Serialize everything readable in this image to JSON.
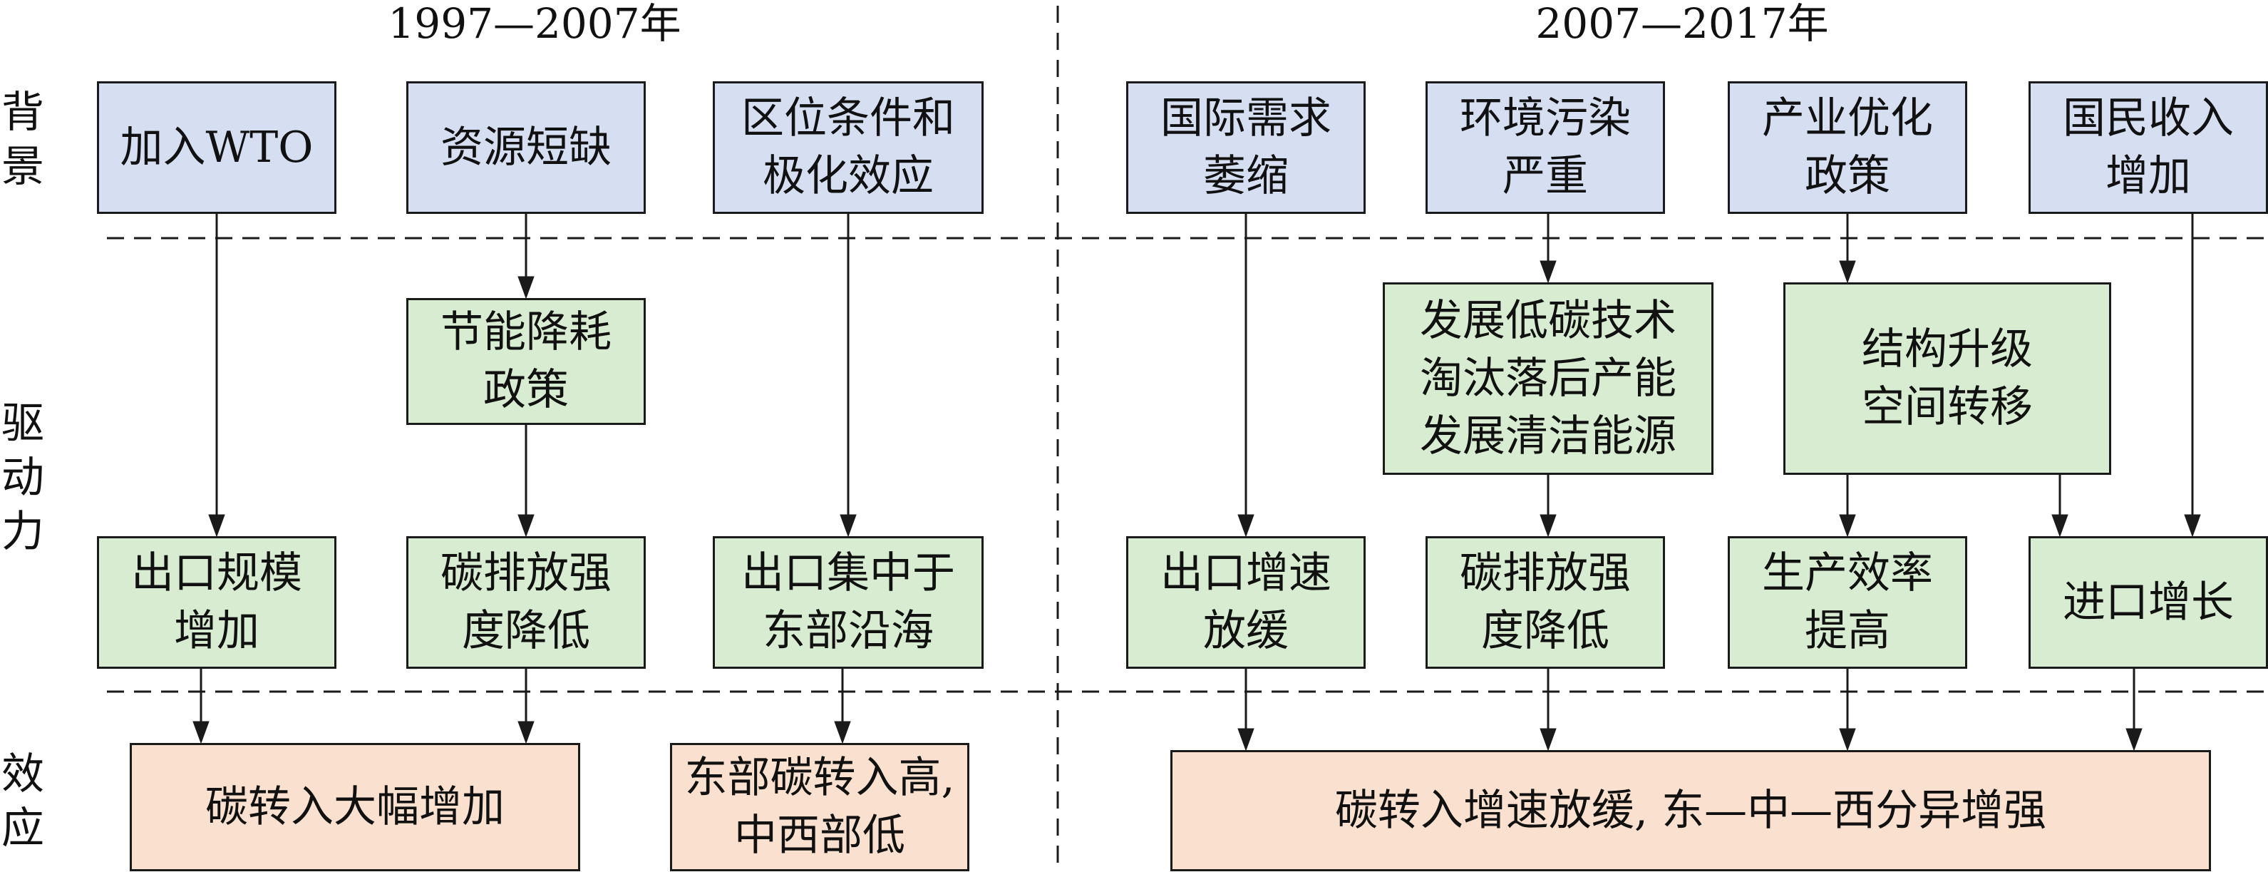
{
  "periods": {
    "left": "1997—2007年",
    "right": "2007—2017年"
  },
  "row_labels": {
    "background": [
      "背",
      "景"
    ],
    "drivers": [
      "驱",
      "动",
      "力"
    ],
    "effects": [
      "效",
      "应"
    ]
  },
  "left": {
    "background": [
      [
        "加入WTO"
      ],
      [
        "资源短缺"
      ],
      [
        "区位条件和",
        "极化效应"
      ]
    ],
    "policy": [
      "节能降耗",
      "政策"
    ],
    "drivers": [
      [
        "出口规模",
        "增加"
      ],
      [
        "碳排放强",
        "度降低"
      ],
      [
        "出口集中于",
        "东部沿海"
      ]
    ],
    "effects": [
      [
        "碳转入大幅增加"
      ],
      [
        "东部碳转入高,",
        "中西部低"
      ]
    ]
  },
  "right": {
    "background": [
      [
        "国际需求",
        "萎缩"
      ],
      [
        "环境污染",
        "严重"
      ],
      [
        "产业优化",
        "政策"
      ],
      [
        "国民收入",
        "增加"
      ]
    ],
    "measures": [
      [
        "发展低碳技术",
        "淘汰落后产能",
        "发展清洁能源"
      ],
      [
        "结构升级",
        "空间转移"
      ]
    ],
    "drivers": [
      [
        "出口增速",
        "放缓"
      ],
      [
        "碳排放强",
        "度降低"
      ],
      [
        "生产效率",
        "提高"
      ],
      [
        "进口增长"
      ]
    ],
    "effect": [
      "碳转入增速放缓, 东—中—西分异增强"
    ]
  }
}
